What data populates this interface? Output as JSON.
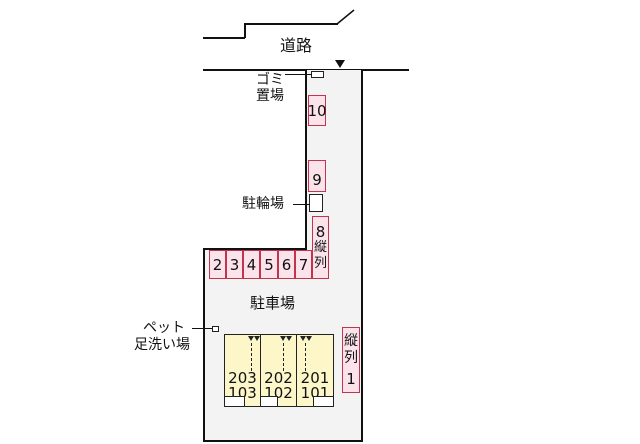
{
  "road": {
    "label": "道路",
    "entrance_marker": "down-triangle"
  },
  "facilities": {
    "garbage": {
      "label_line1": "ゴミ",
      "label_line2": "置場"
    },
    "bicycle": {
      "label": "駐輪場"
    },
    "parking": {
      "label": "駐車場"
    },
    "pet_wash": {
      "label_line1": "ペット",
      "label_line2": "足洗い場"
    }
  },
  "parking_slots": [
    {
      "id": "1",
      "label": "1",
      "note": "縦列"
    },
    {
      "id": "2",
      "label": "2"
    },
    {
      "id": "3",
      "label": "3"
    },
    {
      "id": "4",
      "label": "4"
    },
    {
      "id": "5",
      "label": "5"
    },
    {
      "id": "6",
      "label": "6"
    },
    {
      "id": "7",
      "label": "7"
    },
    {
      "id": "8",
      "label": "8",
      "note": "縦列"
    },
    {
      "id": "9",
      "label": "9"
    },
    {
      "id": "10",
      "label": "10"
    }
  ],
  "slot_notes": {
    "slot1_line1": "縦",
    "slot1_line2": "列",
    "slot8_line1": "縦",
    "slot8_line2": "列"
  },
  "building_units": [
    {
      "upper": "203",
      "lower": "103"
    },
    {
      "upper": "202",
      "lower": "102"
    },
    {
      "upper": "201",
      "lower": "101"
    }
  ],
  "colors": {
    "slot_fill": "#fbe3ec",
    "slot_border": "#c2334d",
    "unit_fill": "#fdf6c9",
    "lot_fill": "#f3f3f3",
    "line": "#111111"
  }
}
